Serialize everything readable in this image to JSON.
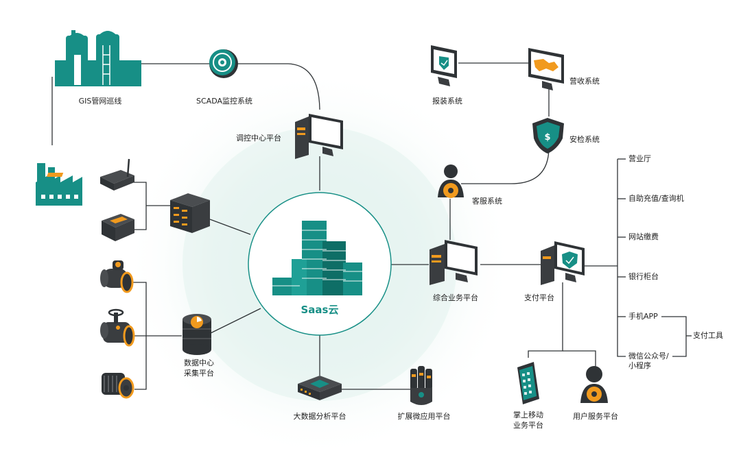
{
  "colors": {
    "accent": "#178f86",
    "accent_dark": "#0e6e66",
    "orange": "#f19a1e",
    "dark": "#3a3d40",
    "line": "#2f3336",
    "halo": "#e4f4f1"
  },
  "center": {
    "label": "Saas云"
  },
  "nodes": {
    "gis": "GIS管网巡线",
    "scada": "SCADA监控系统",
    "dispatch": "调控中心平台",
    "report": "报装系统",
    "revenue": "营收系统",
    "security": "安检系统",
    "service": "客服系统",
    "integrated": "综合业务平台",
    "payment": "支付平台",
    "data_center": [
      "数据中心",
      "采集平台"
    ],
    "bigdata": "大数据分析平台",
    "microapp": "扩展微应用平台",
    "mobile": [
      "掌上移动",
      "业务平台"
    ],
    "user_service": "用户服务平台"
  },
  "payment_channels": [
    "营业厅",
    "自助充值/查询机",
    "网站缴费",
    "银行柜台",
    "手机APP",
    "微信公众号/\n小程序"
  ],
  "payment_tool": "支付工具",
  "icons": [
    "factory-icon",
    "gis-gas-tanks-icon",
    "scada-sensor-icon",
    "dispatch-server-icon",
    "report-monitor-icon",
    "revenue-map-monitor-icon",
    "security-shield-icon",
    "service-user-gear-icon",
    "integrated-server-icon",
    "payment-shield-server-icon",
    "router-icon",
    "device-box-icon",
    "rack-server-icon",
    "pipe-meter-icon",
    "valve-icon",
    "motor-icon",
    "database-icon",
    "network-switch-icon",
    "microapp-hand-icon",
    "mobile-phone-icon",
    "user-gear-icon",
    "city-buildings-icon"
  ]
}
